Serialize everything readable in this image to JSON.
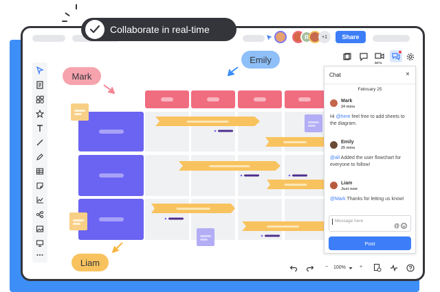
{
  "banner": {
    "text": "Collaborate in real-time"
  },
  "header": {
    "share_label": "Share",
    "collaborator_count": "+1",
    "avatar_initial": "R"
  },
  "toolbar_right": {
    "beta_label": "BETA"
  },
  "cursors": {
    "mark": "Mark",
    "emily": "Emily",
    "liam": "Liam"
  },
  "chat": {
    "title": "Chat",
    "close_label": "×",
    "date": "February 25",
    "messages": [
      {
        "name": "Mark",
        "time": "24 mins",
        "mention": "@here",
        "text": " feel free to add sheets to the diagram.",
        "prefix": "Hi "
      },
      {
        "name": "Emily",
        "time": "25 mins",
        "mention": "@all",
        "text": " Added the user flowchart for everyone to follow!",
        "prefix": ""
      },
      {
        "name": "Liam",
        "time": "Just now",
        "mention": "@Mark",
        "text": " Thanks for letting us know!",
        "prefix": ""
      }
    ],
    "input_placeholder": "Message here",
    "post_label": "Post"
  },
  "bottom": {
    "zoom": "100%",
    "zoom_minus": "−",
    "zoom_plus": "+"
  },
  "colors": {
    "accent": "#3d7ef8",
    "header_pink": "#f06c7f",
    "row_purple": "#6b63f2",
    "bar_orange": "#f8c35f",
    "mark_tag": "#f6a3ad",
    "emily_tag": "#8ebff8",
    "liam_tag": "#f8c35f"
  }
}
